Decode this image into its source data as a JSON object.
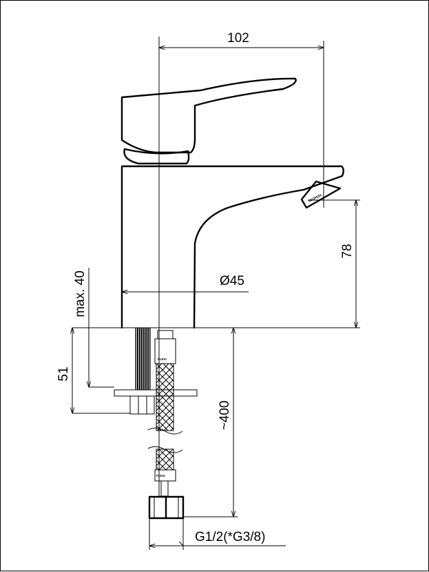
{
  "diagram": {
    "dimensions": {
      "spout_reach": "102",
      "spout_height": "78",
      "body_diameter": "Ø45",
      "max_deck_thickness": "max. 40",
      "fixing_depth": "51",
      "hose_length": "~400",
      "hose_connection": "G1/2(*G3/8)"
    },
    "colors": {
      "line": "#000000",
      "background": "#ffffff"
    }
  }
}
